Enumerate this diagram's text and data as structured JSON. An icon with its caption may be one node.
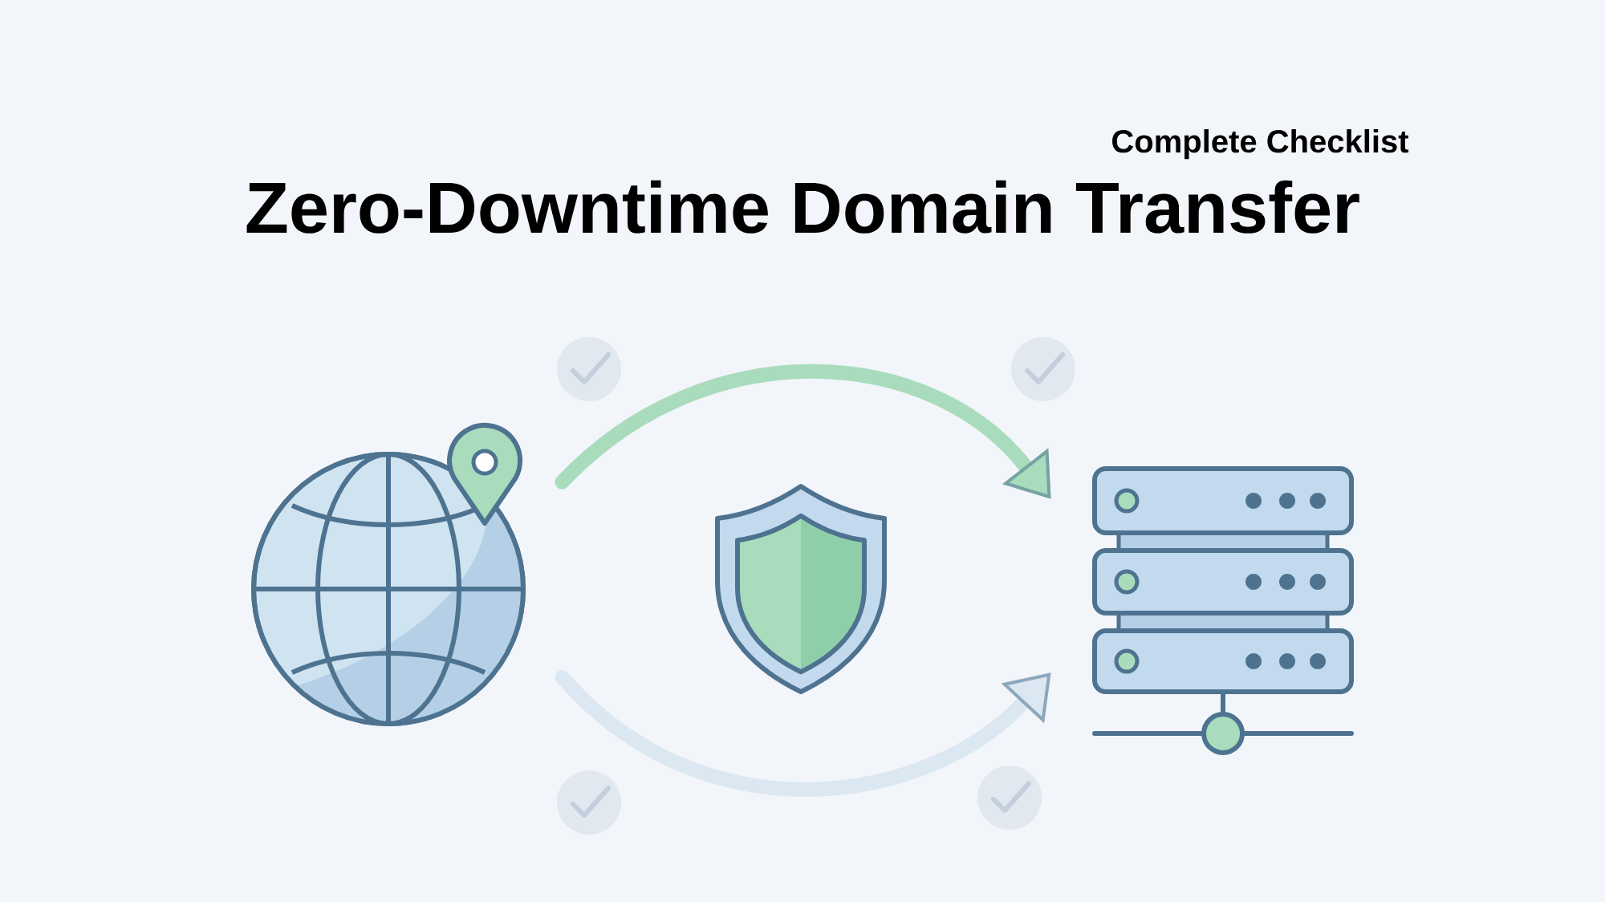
{
  "diagram": {
    "title": "Zero-Downtime Domain Transfer",
    "nodes": [
      {
        "text": [],
        "shape": "picture"
      },
      {
        "text": [],
        "shape": "picture"
      },
      {
        "text": [],
        "shape": "picture"
      }
    ],
    "edges": [
      {
        "from": 0,
        "to": 2,
        "arrow": "to",
        "color": "#a8dcbc"
      },
      {
        "from": 0,
        "to": 2,
        "arrow": "to",
        "color": "#dbe7f1"
      }
    ],
    "labels": [
      "Complete Checklist"
    ]
  }
}
